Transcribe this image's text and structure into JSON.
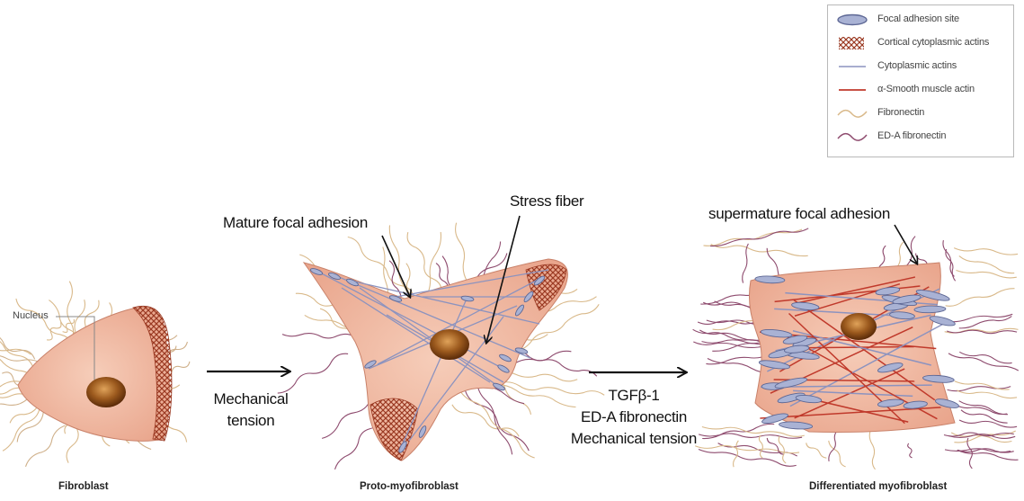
{
  "legend": {
    "items": [
      {
        "label": "Focal adhesion site",
        "icon": "focal-adhesion-ellipse",
        "color": "#9aa4c8"
      },
      {
        "label": "Cortical cytoplasmic actins",
        "icon": "crosshatch-mesh",
        "color": "#9b3a23"
      },
      {
        "label": "Cytoplasmic actins",
        "icon": "straight-line",
        "color": "#8c93bf"
      },
      {
        "label": "α-Smooth muscle actin",
        "icon": "straight-line",
        "color": "#c0392b"
      },
      {
        "label": "Fibronectin",
        "icon": "wavy-line",
        "color": "#d9b98a"
      },
      {
        "label": "ED-A fibronectin",
        "icon": "wavy-line",
        "color": "#8e4b6e"
      }
    ]
  },
  "stages": {
    "fibroblast": {
      "caption": "Fibroblast",
      "nucleus_label": "Nucleus"
    },
    "proto": {
      "caption": "Proto-myofibroblast",
      "annotation_adhesion": "Mature focal adhesion",
      "annotation_fiber": "Stress fiber"
    },
    "differentiated": {
      "caption": "Differentiated myofibroblast",
      "annotation_adhesion": "supermature focal adhesion"
    }
  },
  "arrows": {
    "first": {
      "lines": [
        "Mechanical",
        "tension"
      ]
    },
    "second": {
      "lines": [
        "TGFβ-1",
        "ED-A fibronectin",
        "Mechanical tension"
      ]
    }
  },
  "colors": {
    "cell_fill": "#f0b9a3",
    "cell_edge": "#c9826a",
    "nucleus": "#8a4a17",
    "cortical_actin": "#9b3a23",
    "cytoplasmic_actin": "#8c93bf",
    "sma": "#c0392b",
    "fibronectin": "#d9b98a",
    "eda_fibronectin": "#8e4b6e",
    "adhesion": "#a9b2d4"
  }
}
